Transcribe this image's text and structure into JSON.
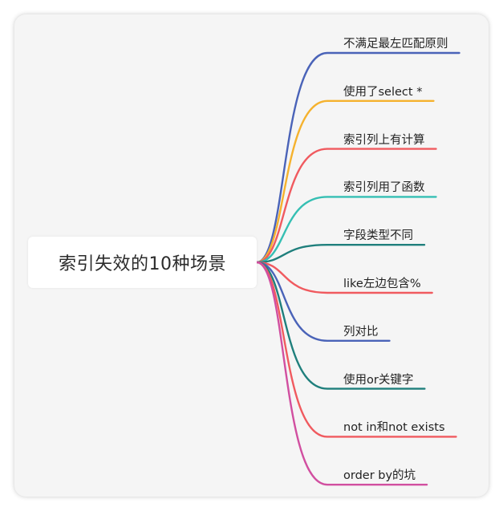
{
  "root": {
    "label": "索引失效的10种场景"
  },
  "branches": [
    {
      "label": "不满足最左匹配原则",
      "color": "#4a63b8"
    },
    {
      "label": "使用了select *",
      "color": "#f5b22e"
    },
    {
      "label": "索引列上有计算",
      "color": "#f05a5f"
    },
    {
      "label": "索引列用了函数",
      "color": "#35bfb3"
    },
    {
      "label": "字段类型不同",
      "color": "#1f7f7c"
    },
    {
      "label": "like左边包含%",
      "color": "#f05a5f"
    },
    {
      "label": "列对比",
      "color": "#4a63b8"
    },
    {
      "label": "使用or关键字",
      "color": "#1f7f7c"
    },
    {
      "label": "not in和not exists",
      "color": "#f05a5f"
    },
    {
      "label": "order by的坑",
      "color": "#d14fa0"
    }
  ]
}
